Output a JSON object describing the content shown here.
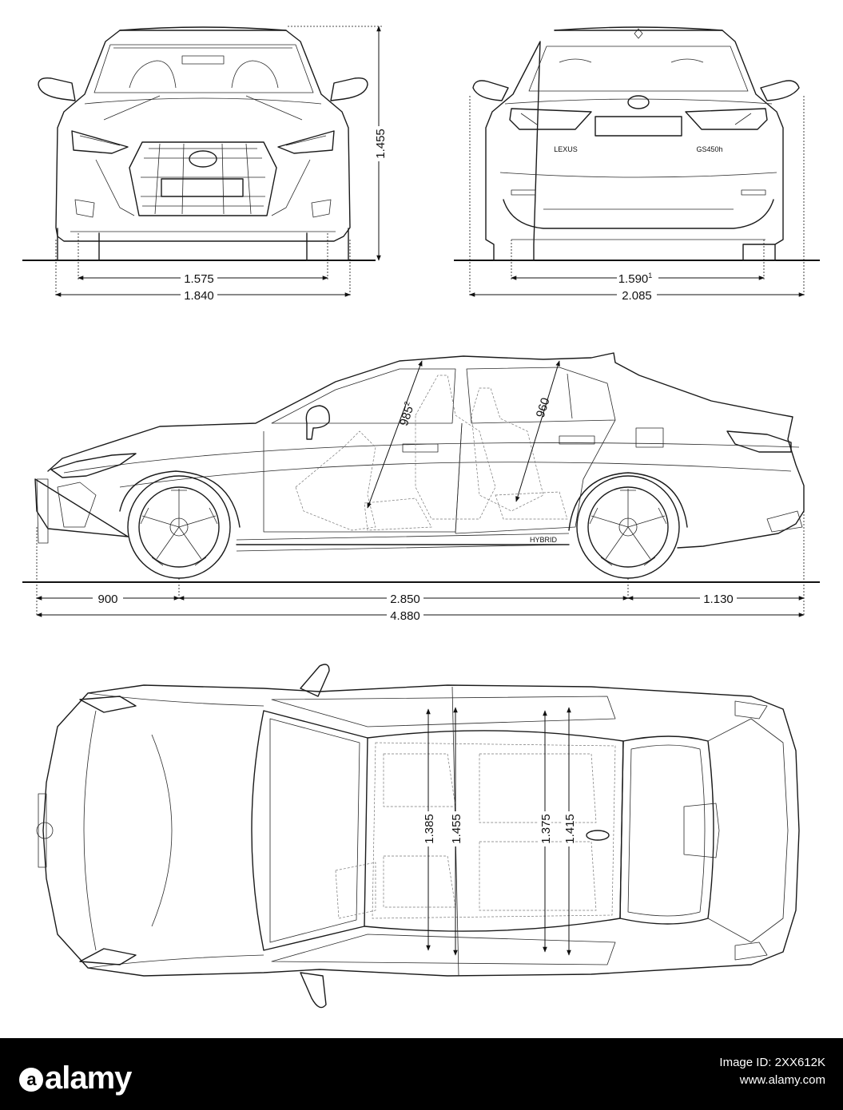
{
  "dimensions": {
    "front_track": "1.575",
    "width": "1.840",
    "height": "1.455",
    "rear_track": "1.590",
    "rear_track_note": "1",
    "width_mirrors": "2.085",
    "front_overhang": "900",
    "wheelbase": "2.850",
    "rear_overhang": "1.130",
    "length": "4.880",
    "front_headroom": "985",
    "front_headroom_note": "2",
    "rear_headroom": "960",
    "front_shoulder": "1.385",
    "front_hip": "1.455",
    "rear_shoulder": "1.375",
    "rear_hip": "1.415"
  },
  "badges": {
    "rear_brand": "LEXUS",
    "rear_model": "GS450h",
    "side_badge": "HYBRID"
  },
  "footer": {
    "brand": "alamy",
    "image_id_line": "Image ID: 2XX612K",
    "site": "www.alamy.com"
  }
}
